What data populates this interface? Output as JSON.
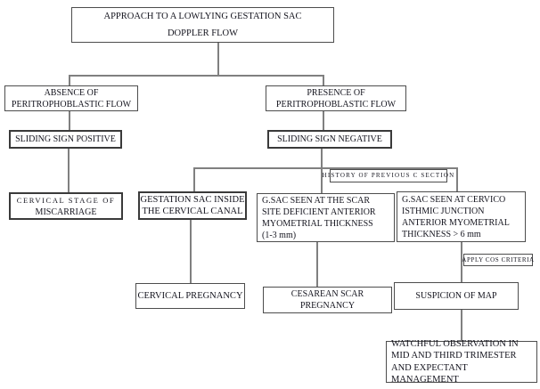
{
  "diagram": {
    "nodes": {
      "top": {
        "line1": "APPROACH TO A LOWLYING GESTATION SAC",
        "line2": "DOPPLER FLOW"
      },
      "absence": {
        "line1": "ABSENCE OF",
        "line2": "PERITROPHOBLASTIC FLOW"
      },
      "sliding_positive": {
        "label": "SLIDING SIGN POSITIVE"
      },
      "cervical_stage": {
        "line1": "CERVICAL STAGE OF",
        "line2": "MISCARRIAGE"
      },
      "presence": {
        "line1": "PRESENCE OF",
        "line2": "PERITROPHOBLASTIC FLOW"
      },
      "sliding_negative": {
        "label": "SLIDING SIGN NEGATIVE"
      },
      "history": {
        "label": "HISTORY OF PREVIOUS C SECTION"
      },
      "gestation": {
        "line1": "GESTATION SAC INSIDE",
        "line2": "THE CERVICAL CANAL"
      },
      "scar": {
        "line1": "G.SAC SEEN AT THE SCAR",
        "line2": "SITE DEFICIENT ANTERIOR",
        "line3": "MYOMETRIAL THICKNESS",
        "line4": "(1-3 mm)"
      },
      "cervico": {
        "line1": "G.SAC SEEN AT CERVICO",
        "line2": "ISTHMIC JUNCTION",
        "line3": "ANTERIOR MYOMETRIAL",
        "line4": "THICKNESS > 6 mm"
      },
      "apply_cos": {
        "label": "APPLY COS CRITERIA"
      },
      "cervical_pregnancy": {
        "label": "CERVICAL PREGNANCY"
      },
      "cesarean": {
        "line1": "CESAREAN SCAR",
        "line2": "PREGNANCY"
      },
      "suspicion": {
        "label": "SUSPICION OF MAP"
      },
      "watchful": {
        "line1": "WATCHFUL OBSERVATION IN",
        "line2": "MID AND THIRD TRIMESTER",
        "line3": "AND EXPECTANT MANAGEMENT"
      }
    },
    "colors": {
      "background": "#ffffff",
      "box_border": "#4d4d4d",
      "thick_border": "#3a3a3a",
      "connector": "#808080",
      "text": "#14141e"
    }
  }
}
